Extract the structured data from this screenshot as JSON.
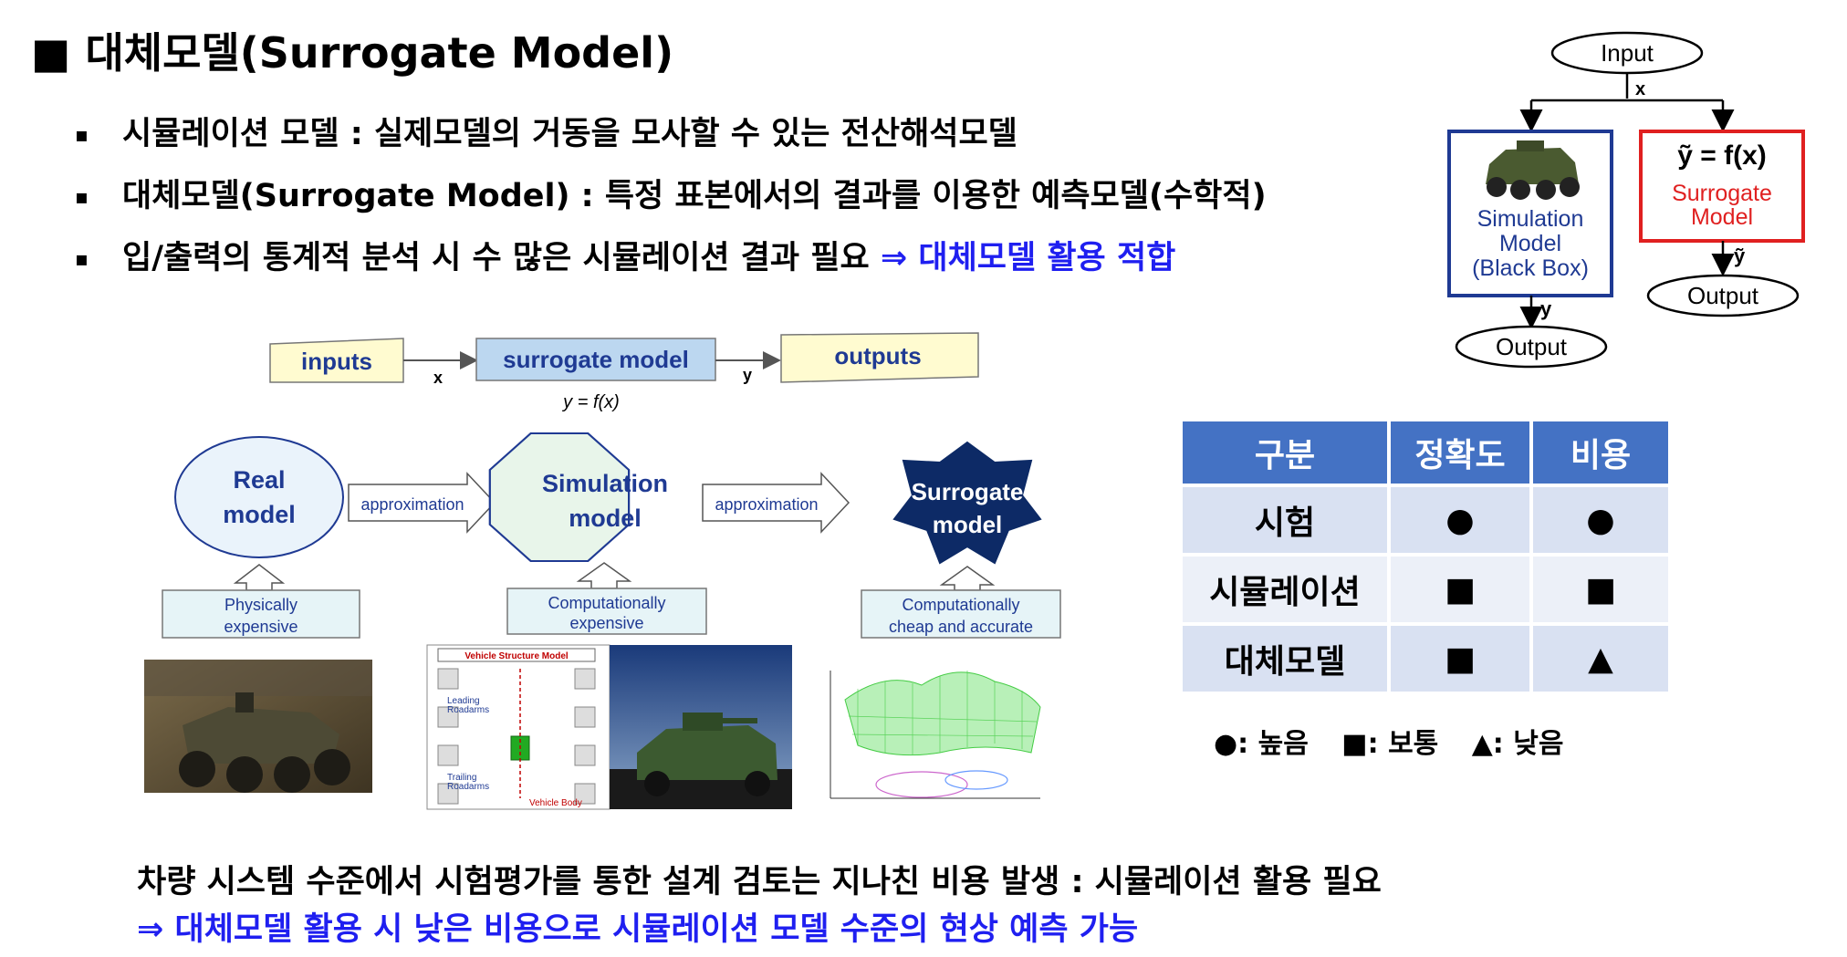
{
  "title": "■ 대체모델(Surrogate Model)",
  "bullets": [
    "시뮬레이션 모델 : 실제모델의 거동을 모사할 수 있는 전산해석모델",
    "대체모델(Surrogate Model) : 특정 표본에서의 결과를 이용한 예측모델(수학적)",
    "입/출력의 통계적 분석 시 수 많은 시뮬레이션 결과 필요"
  ],
  "bullet_mark": "▪",
  "bullet3_highlight": " ⇒ 대체모델 활용 적합",
  "flow": {
    "inputs": "inputs",
    "surrogate_model": "surrogate model",
    "outputs": "outputs",
    "x": "x",
    "y": "y",
    "equation": "y = f(x)",
    "real_model": [
      "Real",
      "model"
    ],
    "simulation_model": [
      "Simulation",
      "model"
    ],
    "surrogate": [
      "Surrogate",
      "model"
    ],
    "approximation": "approximation",
    "physically_expensive": [
      "Physically",
      "expensive"
    ],
    "computationally_expensive": [
      "Computationally",
      "expensive"
    ],
    "computationally_cheap": [
      "Computationally",
      "cheap and accurate"
    ],
    "vehicle_structure_model": "Vehicle Structure Model",
    "leading_roadarms": [
      "Leading",
      "Roadarms"
    ],
    "trailing_roadarms": [
      "Trailing",
      "Roadarms"
    ],
    "vehicle_body": "Vehicle Body"
  },
  "black_box": {
    "input": "Input",
    "x": "x",
    "simulation": [
      "Simulation",
      "Model",
      "(Black Box)"
    ],
    "equation": "ỹ = f(x)",
    "surrogate": [
      "Surrogate",
      "Model"
    ],
    "y": "y",
    "y_tilde": "ỹ",
    "output": "Output"
  },
  "table": {
    "headers": [
      "구분",
      "정확도",
      "비용"
    ],
    "rows": [
      [
        "시험",
        "●",
        "●"
      ],
      [
        "시뮬레이션",
        "■",
        "■"
      ],
      [
        "대체모델",
        "■",
        "▲"
      ]
    ]
  },
  "legend": [
    "●: 높음",
    "■: 보통",
    "▲: 낮음"
  ],
  "bottom": {
    "line1": "차량 시스템 수준에서 시험평가를 통한 설계 검토는 지나친 비용 발생 : 시뮬레이션 활용 필요",
    "line2": "⇒ 대체모델 활용 시 낮은 비용으로 시뮬레이션 모델 수준의 현상 예측 가능"
  },
  "colors": {
    "blue_text": "#1f1ff0",
    "table_header": "#4472c4",
    "surrogate_red": "#e02020",
    "box_blue": "#1f3a93",
    "light_blue_box": "#9dc3e6"
  }
}
